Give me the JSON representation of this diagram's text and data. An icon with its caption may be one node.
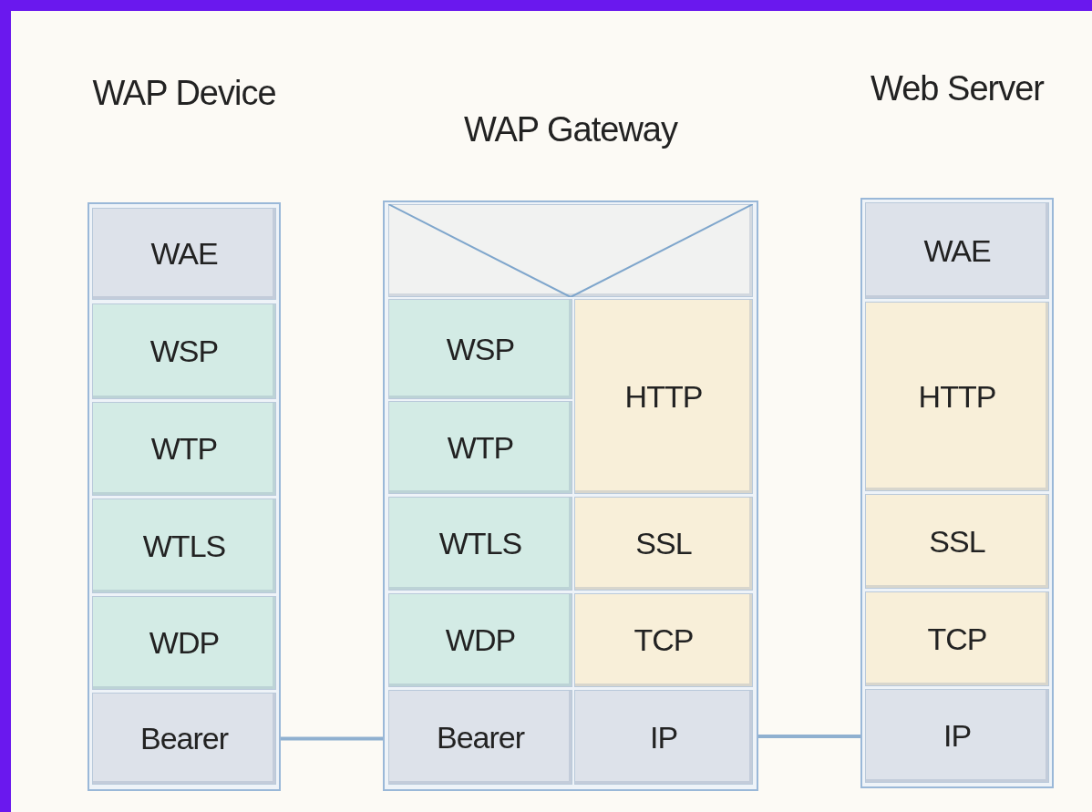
{
  "diagram": {
    "nodes": [
      {
        "text": [
          "WAP Device"
        ]
      },
      {
        "text": [
          "WAE"
        ],
        "in": 0
      },
      {
        "text": [
          "WSP"
        ],
        "in": 0
      },
      {
        "text": [
          "WTP"
        ],
        "in": 0
      },
      {
        "text": [
          "WTLS"
        ],
        "in": 0
      },
      {
        "text": [
          "WDP"
        ],
        "in": 0
      },
      {
        "text": [
          "Bearer"
        ],
        "in": 0
      },
      {
        "text": [
          "WAP Gateway"
        ]
      },
      {
        "text": [],
        "shape": "box",
        "in": 7
      },
      {
        "text": [
          "WSP"
        ],
        "in": 7
      },
      {
        "text": [
          "HTTP"
        ],
        "in": 7
      },
      {
        "text": [
          "WTP"
        ],
        "in": 7
      },
      {
        "text": [
          "WTLS"
        ],
        "in": 7
      },
      {
        "text": [
          "SSL"
        ],
        "in": 7
      },
      {
        "text": [
          "WDP"
        ],
        "in": 7
      },
      {
        "text": [
          "TCP"
        ],
        "in": 7
      },
      {
        "text": [
          "Bearer"
        ],
        "in": 7
      },
      {
        "text": [
          "IP"
        ],
        "in": 7
      },
      {
        "text": [
          "Web Server"
        ]
      },
      {
        "text": [
          "WAE"
        ],
        "in": 18
      },
      {
        "text": [
          "HTTP"
        ],
        "in": 18
      },
      {
        "text": [
          "SSL"
        ],
        "in": 18
      },
      {
        "text": [
          "TCP"
        ],
        "in": 18
      },
      {
        "text": [
          "IP"
        ],
        "in": 18
      }
    ],
    "edges": [
      {
        "from": 6,
        "to": 16,
        "arrow": "none"
      },
      {
        "from": 17,
        "to": 23,
        "arrow": "none"
      }
    ]
  }
}
